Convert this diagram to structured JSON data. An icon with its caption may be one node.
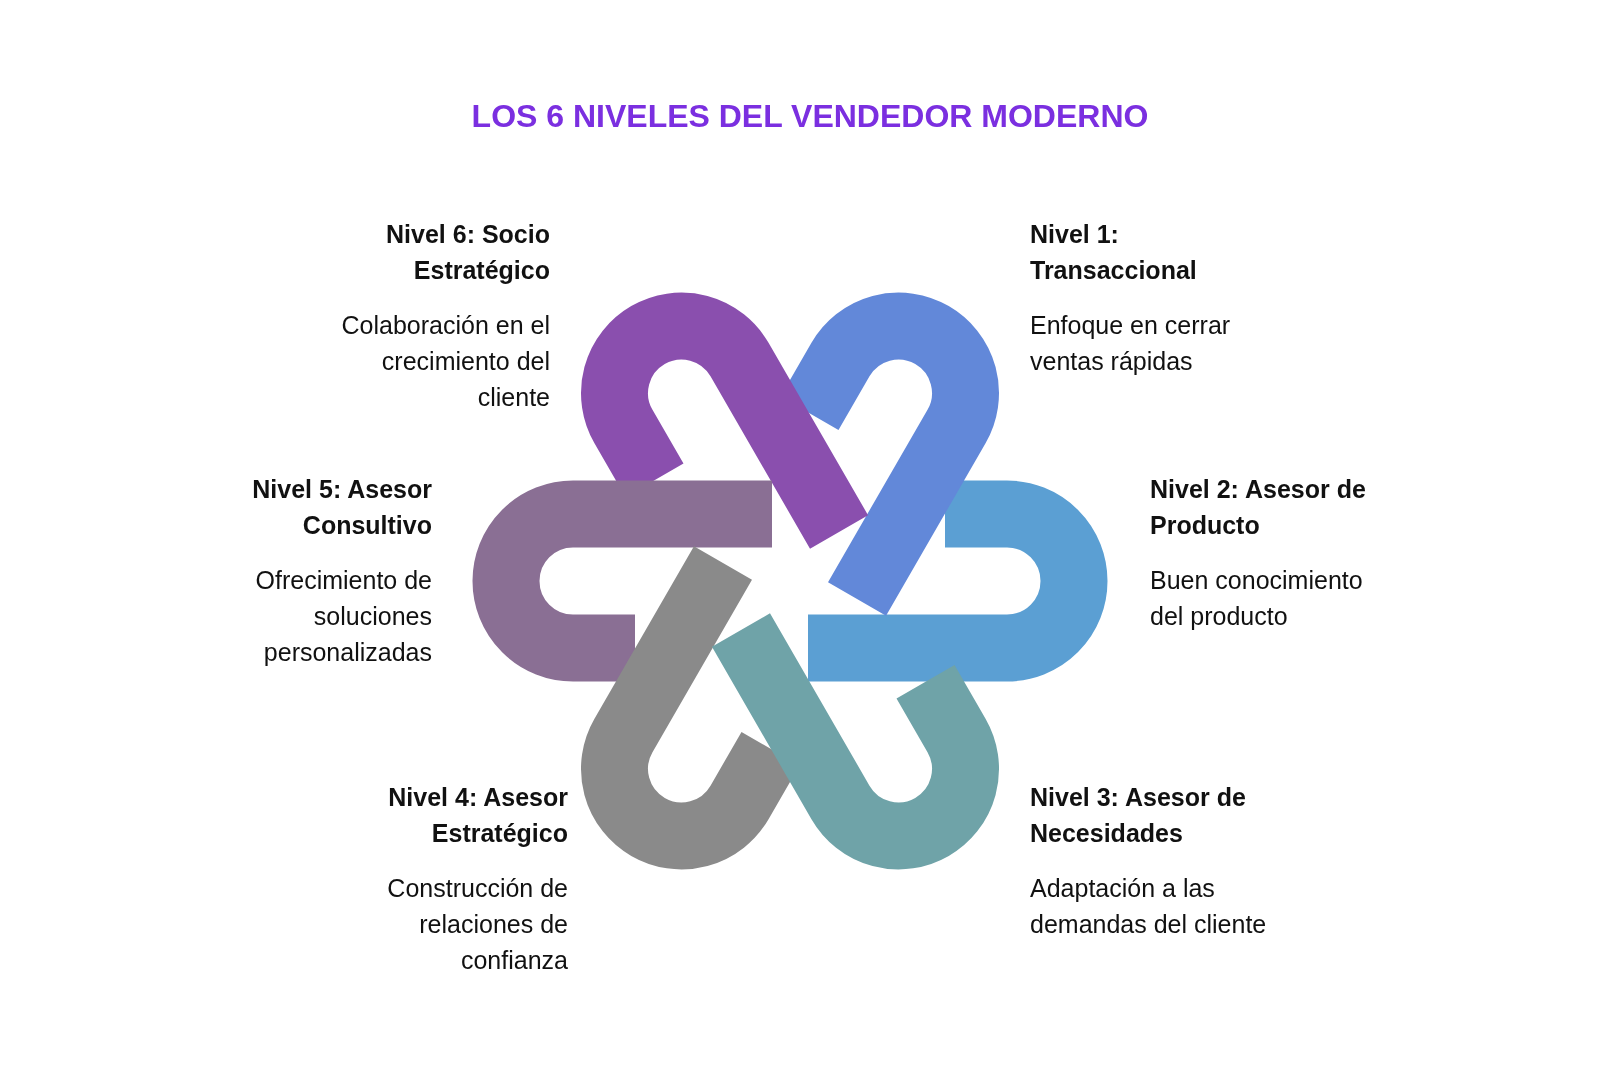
{
  "diagram": {
    "title": "LOS 6 NIVELES DEL VENDEDOR MODERNO",
    "labels": [
      "Nivel 6: Socio Estratégico",
      "Colaboración en el crecimiento del cliente",
      "Nivel 1: Transaccional",
      "Enfoque en cerrar ventas rápidas",
      "Nivel 5: Asesor Consultivo",
      "Ofrecimiento de soluciones personalizadas",
      "Nivel 2: Asesor de Producto",
      "Buen conocimiento del producto",
      "Nivel 4: Asesor Estratégico",
      "Construcción de relaciones de confianza",
      "Nivel 3: Asesor de Necesidades",
      "Adaptación a las demandas del cliente"
    ]
  }
}
